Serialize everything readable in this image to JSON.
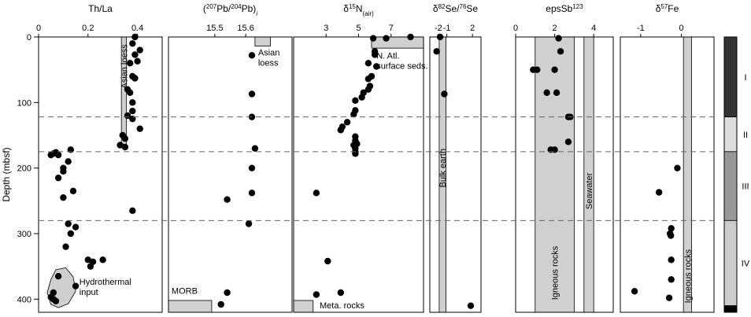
{
  "chart_data": {
    "type": "scatter",
    "y_axis": {
      "label": "Depth (mbsf)",
      "range": [
        0,
        420
      ],
      "ticks": [
        0,
        100,
        200,
        300,
        400
      ],
      "inverted": true
    },
    "unit_boundaries": [
      122,
      175,
      280
    ],
    "units": [
      {
        "name": "I",
        "top": 0,
        "bottom": 122,
        "color": "#333333"
      },
      {
        "name": "II",
        "top": 122,
        "bottom": 175,
        "color": "#dddddd"
      },
      {
        "name": "III",
        "top": 175,
        "bottom": 280,
        "color": "#999999"
      },
      {
        "name": "IV",
        "top": 280,
        "bottom": 410,
        "color": "#cccccc"
      },
      {
        "name": "",
        "top": 410,
        "bottom": 420,
        "color": "#000000"
      }
    ],
    "panels": [
      {
        "title_html": "Th/La",
        "xlim": [
          0,
          0.5
        ],
        "ticks": [
          0,
          0.2,
          0.4
        ],
        "tick_labels": [
          "0",
          "0.2",
          "0.4"
        ],
        "fields": [
          {
            "label": "Asian loess",
            "x": [
              0.335,
              0.355
            ],
            "depth": [
              0,
              168
            ],
            "label_vertical": true
          }
        ],
        "blobs": [
          {
            "label": "Hydrothermal input",
            "shape": [
              [
                0.05,
                370
              ],
              [
                0.07,
                355
              ],
              [
                0.11,
                352
              ],
              [
                0.14,
                366
              ],
              [
                0.15,
                388
              ],
              [
                0.12,
                407
              ],
              [
                0.08,
                413
              ],
              [
                0.05,
                408
              ],
              [
                0.035,
                390
              ]
            ]
          }
        ],
        "points": [
          [
            0.39,
            0
          ],
          [
            0.38,
            10
          ],
          [
            0.41,
            20
          ],
          [
            0.39,
            27
          ],
          [
            0.4,
            37
          ],
          [
            0.37,
            40
          ],
          [
            0.38,
            60
          ],
          [
            0.39,
            63
          ],
          [
            0.36,
            80
          ],
          [
            0.37,
            85
          ],
          [
            0.38,
            100
          ],
          [
            0.38,
            113
          ],
          [
            0.36,
            120
          ],
          [
            0.38,
            125
          ],
          [
            0.41,
            140
          ],
          [
            0.34,
            150
          ],
          [
            0.35,
            155
          ],
          [
            0.33,
            165
          ],
          [
            0.35,
            168
          ],
          [
            0.13,
            172
          ],
          [
            0.07,
            176
          ],
          [
            0.06,
            178
          ],
          [
            0.05,
            180
          ],
          [
            0.08,
            180
          ],
          [
            0.12,
            190
          ],
          [
            0.1,
            200
          ],
          [
            0.1,
            205
          ],
          [
            0.08,
            215
          ],
          [
            0.14,
            235
          ],
          [
            0.1,
            245
          ],
          [
            0.38,
            265
          ],
          [
            0.12,
            285
          ],
          [
            0.15,
            290
          ],
          [
            0.13,
            300
          ],
          [
            0.11,
            320
          ],
          [
            0.2,
            340
          ],
          [
            0.22,
            343
          ],
          [
            0.26,
            340
          ],
          [
            0.21,
            350
          ],
          [
            0.08,
            365
          ],
          [
            0.15,
            380
          ],
          [
            0.06,
            390
          ],
          [
            0.05,
            397
          ],
          [
            0.06,
            400
          ],
          [
            0.07,
            403
          ]
        ]
      },
      {
        "title_html": "(<tspan baseline-shift='super' font-size='8'>207</tspan>Pb/<tspan baseline-shift='super' font-size='8'>204</tspan>Pb)<tspan baseline-shift='sub' font-size='8' font-style='italic'>i</tspan>",
        "xlim": [
          15.35,
          15.75
        ],
        "ticks": [
          15.5,
          15.6
        ],
        "tick_labels": [
          "15.5",
          "15.6"
        ],
        "fields": [
          {
            "label": "Asian loess",
            "x": [
              15.63,
              15.68
            ],
            "depth": [
              0,
              14
            ],
            "label_pos": [
              15.64,
              28
            ]
          },
          {
            "label": "MORB",
            "x": [
              15.35,
              15.49
            ],
            "depth": [
              402,
              420
            ],
            "label_pos": [
              15.36,
              392
            ]
          }
        ],
        "points": [
          [
            15.62,
            28
          ],
          [
            15.62,
            87
          ],
          [
            15.62,
            122
          ],
          [
            15.63,
            170
          ],
          [
            15.62,
            200
          ],
          [
            15.62,
            238
          ],
          [
            15.54,
            248
          ],
          [
            15.61,
            285
          ],
          [
            15.54,
            390
          ],
          [
            15.52,
            408
          ]
        ]
      },
      {
        "title_html": "δ<tspan baseline-shift='super' font-size='8'>15</tspan>N<tspan baseline-shift='sub' font-size='8'>(air)</tspan>",
        "xlim": [
          1,
          9
        ],
        "ticks": [
          3,
          5,
          7
        ],
        "tick_labels": [
          "3",
          "5",
          "7"
        ],
        "fields": [
          {
            "label": "N. Atl. surface seds.",
            "x": [
              5.8,
              9
            ],
            "depth": [
              0,
              17
            ],
            "label_pos": [
              6.1,
              33
            ]
          },
          {
            "label": "Meta. rocks",
            "x": [
              1,
              2.2
            ],
            "depth": [
              402,
              420
            ],
            "label_pos": [
              2.6,
              414
            ]
          }
        ],
        "points": [
          [
            5.9,
            2
          ],
          [
            6.7,
            2
          ],
          [
            8.2,
            0
          ],
          [
            6.0,
            22
          ],
          [
            6.0,
            27
          ],
          [
            5.6,
            40
          ],
          [
            6.1,
            45
          ],
          [
            5.8,
            60
          ],
          [
            5.6,
            64
          ],
          [
            5.7,
            75
          ],
          [
            5.6,
            80
          ],
          [
            5.3,
            85
          ],
          [
            5.2,
            92
          ],
          [
            4.8,
            97
          ],
          [
            4.8,
            112
          ],
          [
            4.7,
            118
          ],
          [
            4.3,
            130
          ],
          [
            4.0,
            137
          ],
          [
            3.9,
            142
          ],
          [
            4.8,
            152
          ],
          [
            4.8,
            158
          ],
          [
            4.7,
            165
          ],
          [
            4.9,
            163
          ],
          [
            4.8,
            170
          ],
          [
            4.8,
            175
          ],
          [
            4.8,
            178
          ],
          [
            2.4,
            238
          ],
          [
            3.1,
            342
          ],
          [
            3.9,
            390
          ],
          [
            2.4,
            393
          ]
        ]
      },
      {
        "title_html": "δ<tspan baseline-shift='super' font-size='8'>82</tspan>Se/<tspan baseline-shift='super' font-size='8'>76</tspan>Se",
        "xlim": [
          -3,
          3
        ],
        "ticks": [
          -2,
          -1,
          2
        ],
        "tick_labels": [
          "-2",
          "-1",
          "2"
        ],
        "fields": [
          {
            "label": "Bulk earth",
            "x": [
              -1.9,
              -1.1
            ],
            "depth": [
              0,
              420
            ],
            "label_vertical": true,
            "label_depth": 200
          }
        ],
        "points": [
          [
            -1.8,
            0
          ],
          [
            -2.2,
            22
          ],
          [
            -1.3,
            87
          ],
          [
            1.8,
            410
          ]
        ]
      },
      {
        "title_html": "epsSb<tspan baseline-shift='super' font-size='8'>123</tspan>",
        "xlim": [
          0,
          5
        ],
        "ticks": [
          0,
          2,
          4
        ],
        "tick_labels": [
          "0",
          "2",
          "4"
        ],
        "fields": [
          {
            "label": "Igneous rocks",
            "x": [
              1.0,
              3.0
            ],
            "depth": [
              0,
              420
            ],
            "label_vertical": true,
            "label_depth": 360
          },
          {
            "label": "Seawater",
            "x": [
              3.5,
              4.0
            ],
            "depth": [
              0,
              420
            ],
            "label_vertical": true,
            "label_depth": 235
          }
        ],
        "points": [
          [
            2.2,
            2
          ],
          [
            2.3,
            22
          ],
          [
            0.9,
            50
          ],
          [
            1.1,
            50
          ],
          [
            2.0,
            50
          ],
          [
            1.6,
            85
          ],
          [
            2.1,
            85
          ],
          [
            2.7,
            122
          ],
          [
            2.8,
            122
          ],
          [
            2.7,
            160
          ],
          [
            1.8,
            172
          ],
          [
            2.0,
            172
          ]
        ]
      },
      {
        "title_html": "δ<tspan baseline-shift='super' font-size='8'>57</tspan>Fe",
        "xlim": [
          -1.5,
          0.8
        ],
        "ticks": [
          -1,
          0
        ],
        "tick_labels": [
          "-1",
          "0"
        ],
        "fields": [
          {
            "label": "Igneous rocks",
            "x": [
              0.05,
              0.25
            ],
            "depth": [
              0,
              420
            ],
            "label_vertical": true,
            "label_depth": 365
          }
        ],
        "points": [
          [
            -0.1,
            200
          ],
          [
            -0.55,
            237
          ],
          [
            -0.25,
            292
          ],
          [
            -0.28,
            300
          ],
          [
            -0.26,
            303
          ],
          [
            -0.25,
            340
          ],
          [
            -0.25,
            370
          ],
          [
            -1.15,
            388
          ],
          [
            -0.3,
            398
          ]
        ]
      }
    ]
  }
}
